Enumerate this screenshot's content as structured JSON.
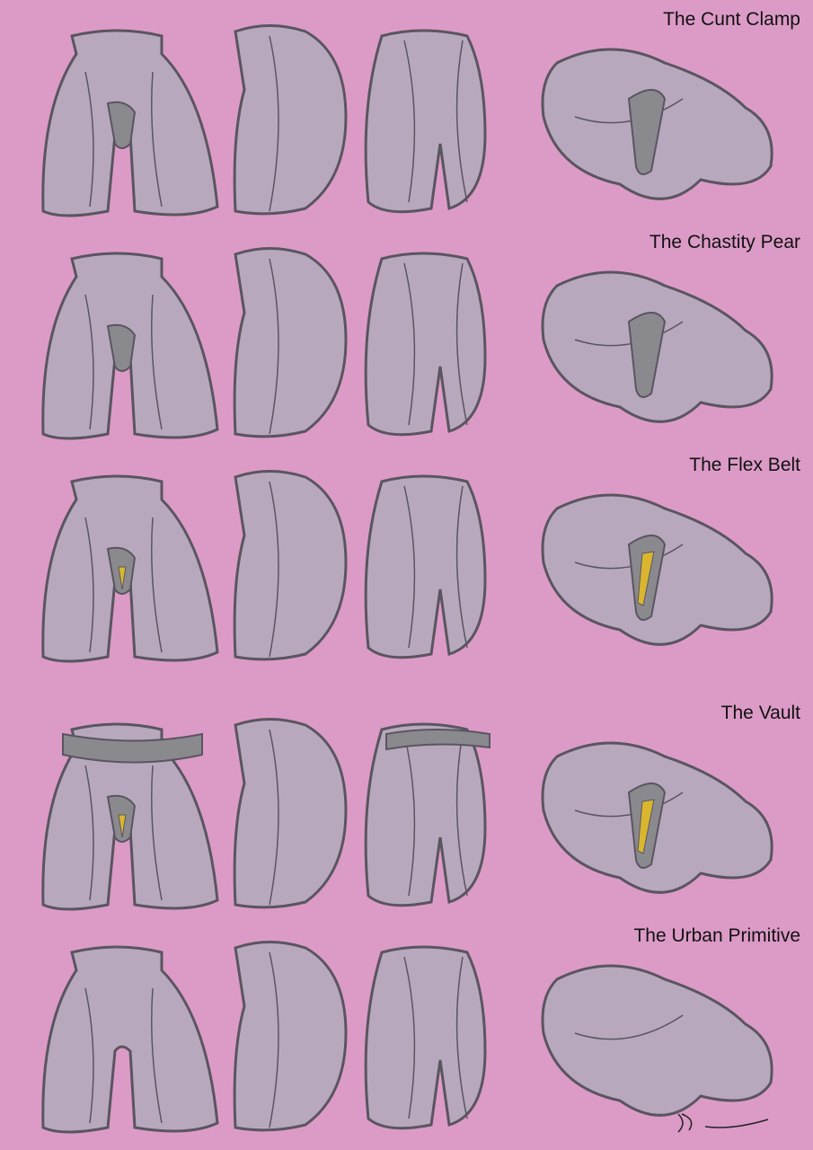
{
  "rows": [
    {
      "title": "The Cunt Clamp"
    },
    {
      "title": "The Chastity Pear"
    },
    {
      "title": "The Flex Belt"
    },
    {
      "title": "The Vault"
    },
    {
      "title": "The Urban Primitive"
    }
  ],
  "colors": {
    "background": "#dc9bc7",
    "form": "#b8a8be",
    "outline": "#5a5560",
    "metal": "#8a8a8e",
    "gold": "#d9b62e"
  }
}
